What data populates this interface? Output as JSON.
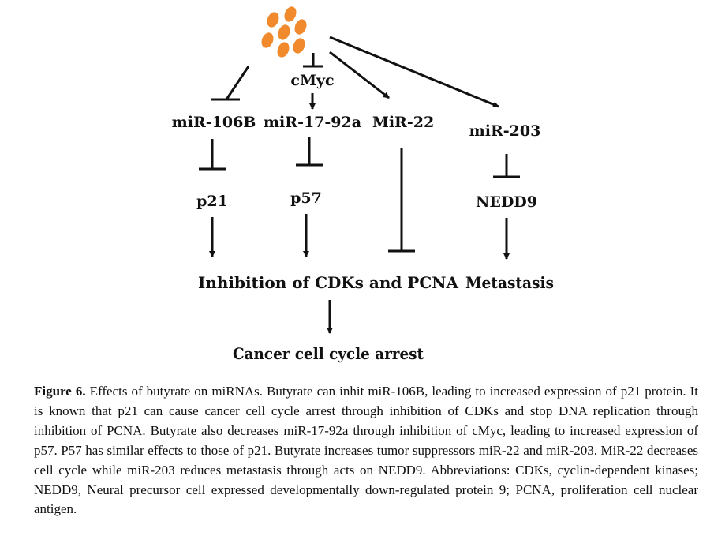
{
  "diagram": {
    "colors": {
      "butyrate": "#f08a2c",
      "stroke": "#111111"
    },
    "nodes": {
      "cmyc": "cMyc",
      "mir106b": "miR-106B",
      "mir1792a": "miR-17-92a",
      "mir22": "MiR-22",
      "mir203": "miR-203",
      "p21": "p21",
      "p57": "p57",
      "nedd9": "NEDD9",
      "inhibition": "Inhibition of CDKs and PCNA",
      "metastasis": "Metastasis",
      "arrest": "Cancer cell cycle arrest"
    },
    "edges": [
      {
        "from": "butyrate",
        "to": "miR-106B",
        "type": "inhibit"
      },
      {
        "from": "butyrate",
        "to": "cMyc",
        "type": "inhibit"
      },
      {
        "from": "cMyc",
        "to": "miR-17-92a",
        "type": "activate"
      },
      {
        "from": "butyrate",
        "to": "MiR-22",
        "type": "activate"
      },
      {
        "from": "butyrate",
        "to": "miR-203",
        "type": "activate"
      },
      {
        "from": "miR-106B",
        "to": "p21",
        "type": "inhibit"
      },
      {
        "from": "miR-17-92a",
        "to": "p57",
        "type": "inhibit"
      },
      {
        "from": "miR-203",
        "to": "NEDD9",
        "type": "inhibit"
      },
      {
        "from": "p21",
        "to": "Inhibition of CDKs and PCNA",
        "type": "activate"
      },
      {
        "from": "p57",
        "to": "Inhibition of CDKs and PCNA",
        "type": "activate"
      },
      {
        "from": "MiR-22",
        "to": "Inhibition of CDKs and PCNA",
        "type": "inhibit"
      },
      {
        "from": "NEDD9",
        "to": "Metastasis",
        "type": "activate"
      },
      {
        "from": "Inhibition of CDKs and PCNA",
        "to": "Cancer cell cycle arrest",
        "type": "activate"
      }
    ]
  },
  "caption": {
    "label": "Figure 6.",
    "text": " Effects of butyrate on miRNAs. Butyrate can inhit miR-106B, leading to increased expression of p21 protein. It is known that p21 can cause cancer cell cycle arrest through inhibition of CDKs and stop DNA replication through inhibition of PCNA. Butyrate also decreases miR-17-92a through inhibition of cMyc, leading to increased expression of p57. P57 has similar effects to those of p21. Butyrate increases tumor suppressors miR-22 and miR-203. MiR-22 decreases cell cycle while miR-203 reduces metastasis through acts on NEDD9. Abbreviations: CDKs, cyclin-dependent kinases; NEDD9, Neural precursor cell expressed developmentally down-regulated protein 9; PCNA, proliferation cell nuclear antigen."
  }
}
